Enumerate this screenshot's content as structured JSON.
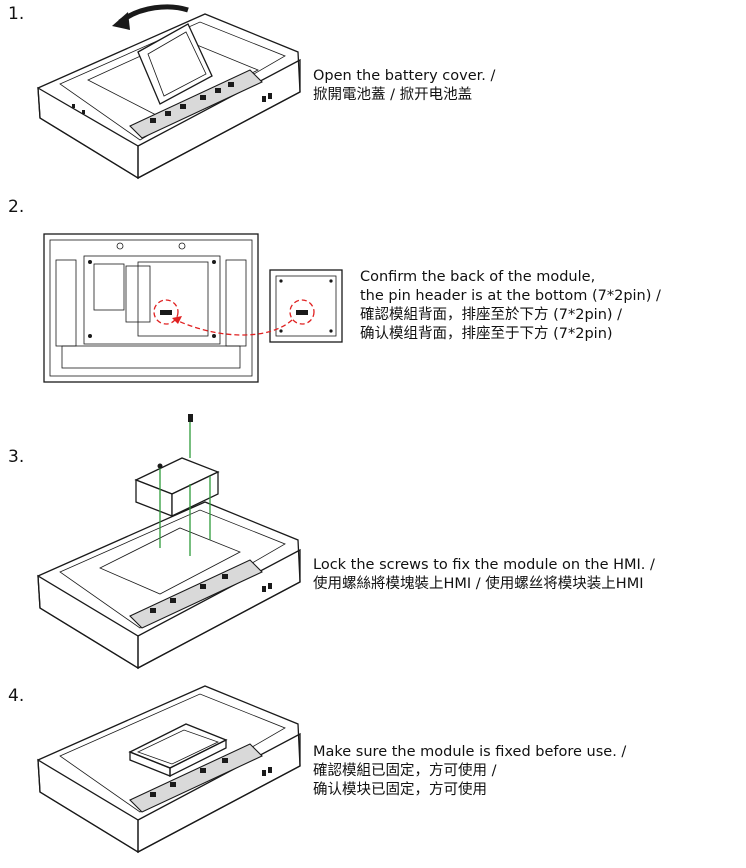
{
  "steps": [
    {
      "number": "1.",
      "lines": [
        "Open the battery cover. /",
        "掀開電池蓋 / 掀开电池盖"
      ]
    },
    {
      "number": "2.",
      "lines": [
        "Confirm the back of the module,",
        "the pin header is at the bottom (7*2pin) /",
        "確認模組背面，排座至於下方 (7*2pin) /",
        "确认模组背面，排座至于下方 (7*2pin)"
      ]
    },
    {
      "number": "3.",
      "lines": [
        "Lock the screws to fix the module on the HMI. /",
        "使用螺絲將模塊裝上HMI / 使用螺丝将模块装上HMI"
      ]
    },
    {
      "number": "4.",
      "lines": [
        "Make sure the module is fixed before use. /",
        "確認模組已固定，方可使用 /",
        "确认模块已固定，方可使用"
      ]
    }
  ],
  "colors": {
    "highlight": "#e02020",
    "guide": "#2e9a3a"
  }
}
